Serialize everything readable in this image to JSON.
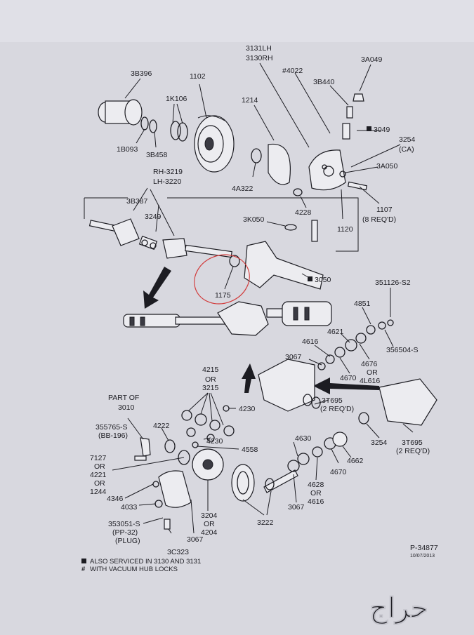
{
  "colors": {
    "paper": "#d8d8df",
    "ink": "#1c1c22",
    "highlight_circle": "#d23a3a",
    "watermark": "#ffffff"
  },
  "labels": {
    "3B396": "3B396",
    "1102": "1102",
    "1K106": "1K106",
    "1214": "1214",
    "3131LH": "3131LH",
    "3130RH": "3130RH",
    "4022": "#4022",
    "3A049": "3A049",
    "3B440": "3B440",
    "3049": "3049",
    "3254_CA": "3254",
    "CA": "(CA)",
    "1B093": "1B093",
    "3B458": "3B458",
    "4A322": "4A322",
    "3A050": "3A050",
    "4228": "4228",
    "1107": "1107",
    "8REQD": "(8 REQ'D)",
    "1120": "1120",
    "RH3219": "RH-3219",
    "LH3220": "LH-3220",
    "3B387": "3B387",
    "3249": "3249",
    "3K050": "3K050",
    "3050": "3050",
    "1175": "1175",
    "351126S2": "351126-S2",
    "4851": "4851",
    "4621": "4621",
    "4616a": "4616",
    "356504S": "356504-S",
    "3067a": "3067",
    "4676": "4676",
    "OR_a": "OR",
    "4L616": "4L616",
    "4670a": "4670",
    "4215": "4215",
    "OR_b": "OR",
    "3215": "3215",
    "T695a": "3T695",
    "T695a_req": "(2 REQ'D)",
    "4230a": "4230",
    "part_of": "PART OF",
    "3010": "3010",
    "4222": "4222",
    "4230b": "4230",
    "355765S": "355765-S",
    "BB196": "(BB-196)",
    "4558": "4558",
    "4630": "4630",
    "3254b": "3254",
    "T695b": "3T695",
    "T695b_req": "(2 REQ'D)",
    "4662": "4662",
    "7127": "7127",
    "OR_c": "OR",
    "4221": "4221",
    "OR_d": "OR",
    "1244": "1244",
    "4670b": "4670",
    "4346": "4346",
    "4628": "4628",
    "OR_e": "OR",
    "4616b": "4616",
    "4033": "4033",
    "3067b": "3067",
    "3204": "3204",
    "OR_f": "OR",
    "4204": "4204",
    "353051S": "353051-S",
    "PP32": "(PP-32)",
    "PLUG": "(PLUG)",
    "3222": "3222",
    "3067c": "3067",
    "3C323": "3C323",
    "P34877": "P-34877",
    "date": "10/07/2013"
  },
  "footnotes": {
    "square_note": "ALSO SERVICED IN 3130 AND 3131",
    "hash_note": "WITH VACUUM HUB LOCKS"
  },
  "watermark": "حراج",
  "icons": {
    "square_marker": "black-square-icon",
    "hash_marker": "hash-icon"
  }
}
